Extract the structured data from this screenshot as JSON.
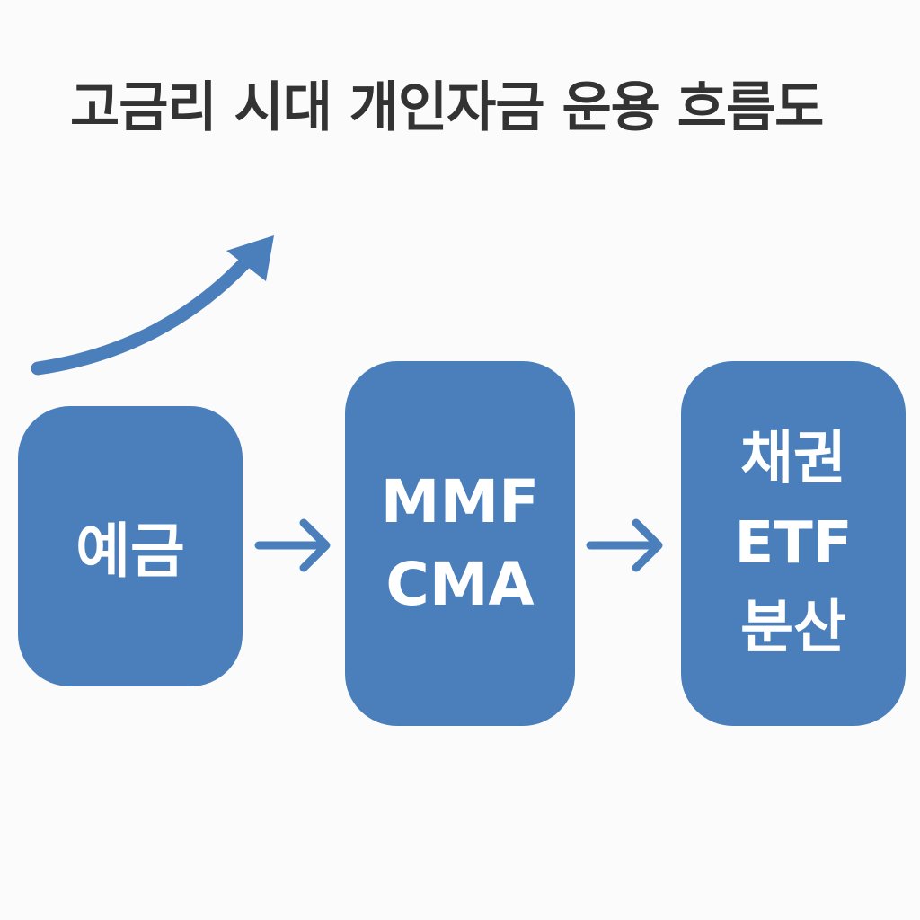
{
  "title": "고금리 시대 개인자금 운용 흐름도",
  "colors": {
    "box": "#4a7fbc",
    "arrow": "#4a7fbc",
    "title": "#333333",
    "background": "#fbfbfb",
    "box_text": "#ffffff"
  },
  "boxes": [
    {
      "lines": [
        "예금"
      ]
    },
    {
      "lines": [
        "MMF",
        "CMA"
      ]
    },
    {
      "lines": [
        "채권",
        "ETF",
        "분산"
      ]
    }
  ],
  "icons": {
    "rising_arrow": "rising-curve-arrow-icon",
    "flow_arrow": "right-arrow-icon"
  }
}
